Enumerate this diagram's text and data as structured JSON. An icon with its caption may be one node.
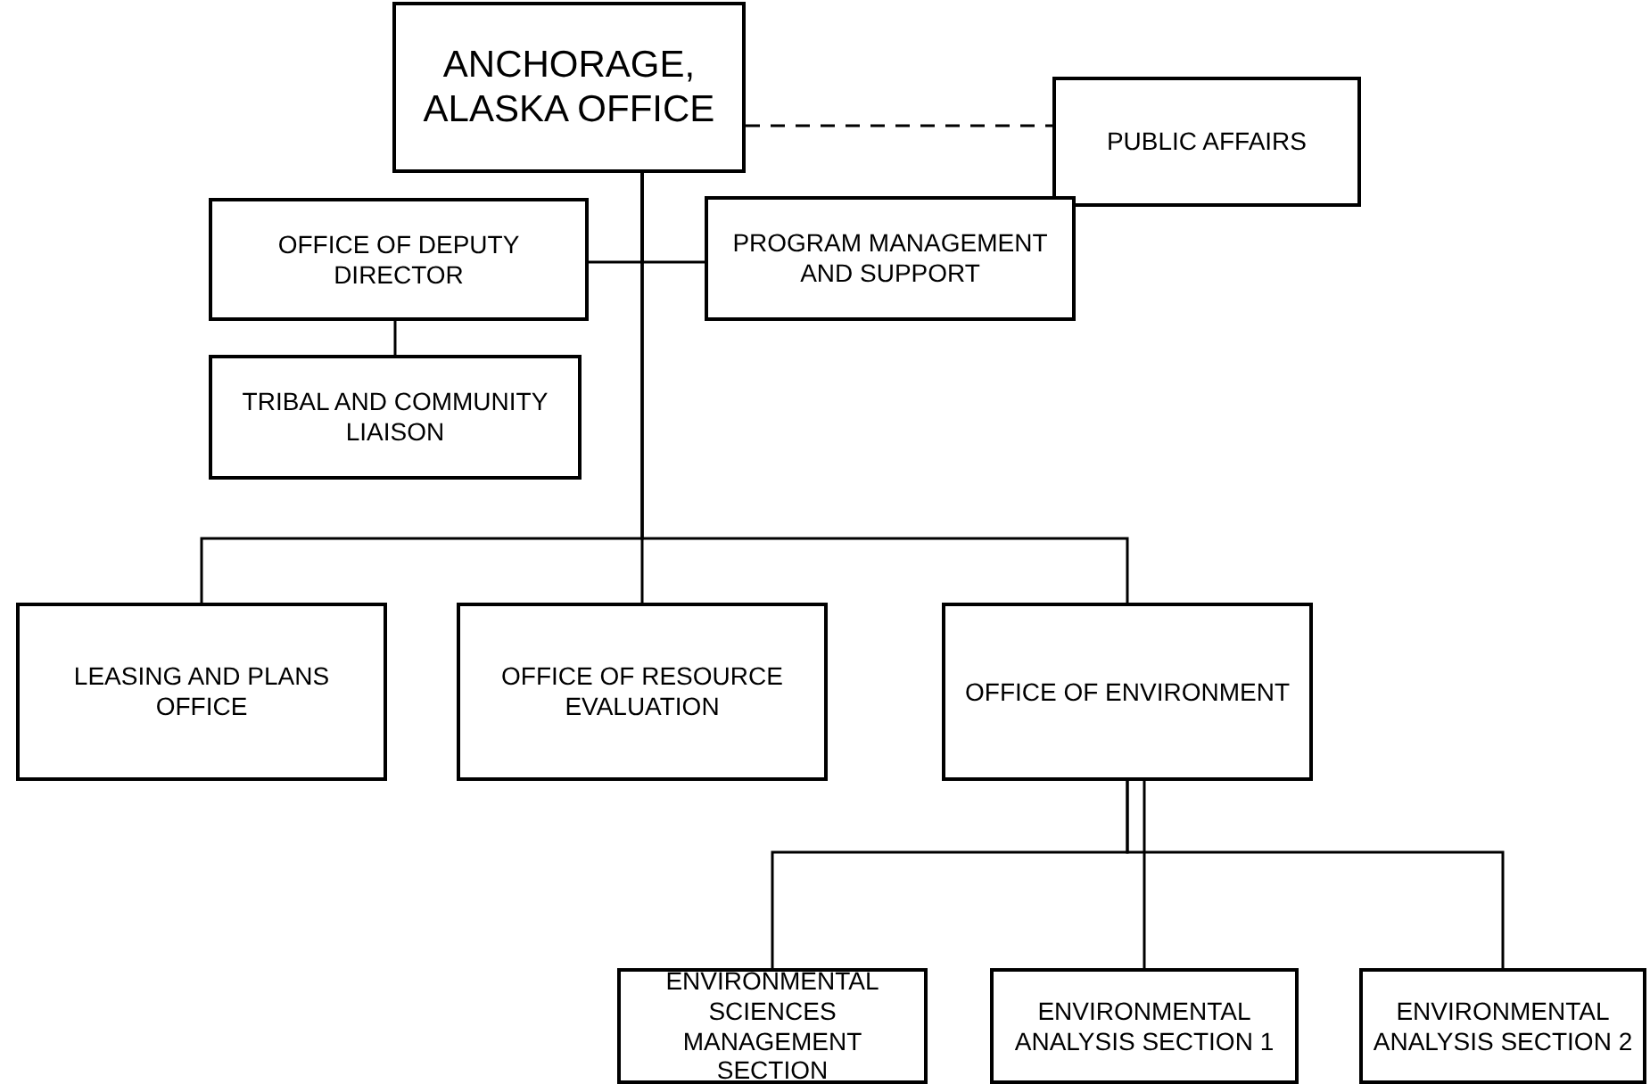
{
  "diagram": {
    "nodes": [
      {
        "text": [
          "ANCHORAGE, ALASKA OFFICE"
        ]
      },
      {
        "text": [
          "PUBLIC AFFAIRS"
        ]
      },
      {
        "text": [
          "OFFICE OF DEPUTY DIRECTOR"
        ]
      },
      {
        "text": [
          "PROGRAM MANAGEMENT AND SUPPORT"
        ]
      },
      {
        "text": [
          "TRIBAL AND COMMUNITY LIAISON"
        ]
      },
      {
        "text": [
          "LEASING AND PLANS OFFICE"
        ]
      },
      {
        "text": [
          "OFFICE OF RESOURCE EVALUATION"
        ]
      },
      {
        "text": [
          "OFFICE OF ENVIRONMENT"
        ]
      },
      {
        "text": [
          "ENVIRONMENTAL SCIENCES MANAGEMENT SECTION"
        ]
      },
      {
        "text": [
          "ENVIRONMENTAL ANALYSIS SECTION 1"
        ]
      },
      {
        "text": [
          "ENVIRONMENTAL ANALYSIS SECTION 2"
        ]
      }
    ],
    "edges": [
      {
        "from": 0,
        "to": 1,
        "arrow": "none",
        "style": "dashed"
      },
      {
        "from": 0,
        "to": 2,
        "arrow": "none"
      },
      {
        "from": 0,
        "to": 3,
        "arrow": "none"
      },
      {
        "from": 2,
        "to": 4,
        "arrow": "none"
      },
      {
        "from": 0,
        "to": 5,
        "arrow": "none"
      },
      {
        "from": 0,
        "to": 6,
        "arrow": "none"
      },
      {
        "from": 0,
        "to": 7,
        "arrow": "none"
      },
      {
        "from": 7,
        "to": 8,
        "arrow": "none"
      },
      {
        "from": 7,
        "to": 9,
        "arrow": "none"
      },
      {
        "from": 7,
        "to": 10,
        "arrow": "none"
      }
    ]
  }
}
